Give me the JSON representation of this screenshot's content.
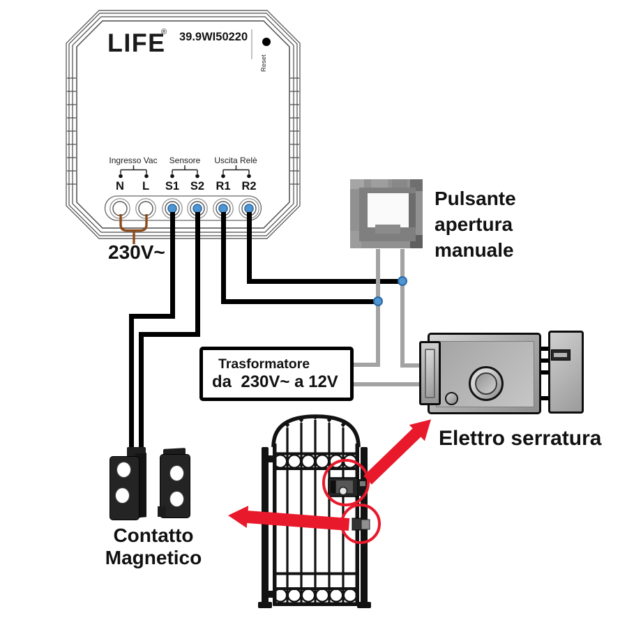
{
  "device": {
    "brand": "LIFE",
    "registered_mark": "®",
    "model": "39.9WI50220",
    "reset_label": "Reset",
    "groups": [
      {
        "label": "Ingresso Vac",
        "t1": "N",
        "t2": "L"
      },
      {
        "label": "Sensore",
        "t1": "S1",
        "t2": "S2"
      },
      {
        "label": "Uscita Relè",
        "t1": "R1",
        "t2": "R2"
      }
    ],
    "power_label": "230V~"
  },
  "labels": {
    "button": "Pulsante\napertura\nmanuale",
    "transformer_line1": "Trasformatore",
    "transformer_line2": "da  230V~ a 12V",
    "lock": "Elettro serratura",
    "magnetic_contact": "Contatto\nMagnetico"
  },
  "colors": {
    "wire_black": "#000000",
    "wire_gray": "#a3a3a3",
    "wire_brown": "#8d4a1a",
    "terminal_blue": "#4e96d2",
    "arrow_red": "#e8192b",
    "metal_gray": "#ababab"
  }
}
